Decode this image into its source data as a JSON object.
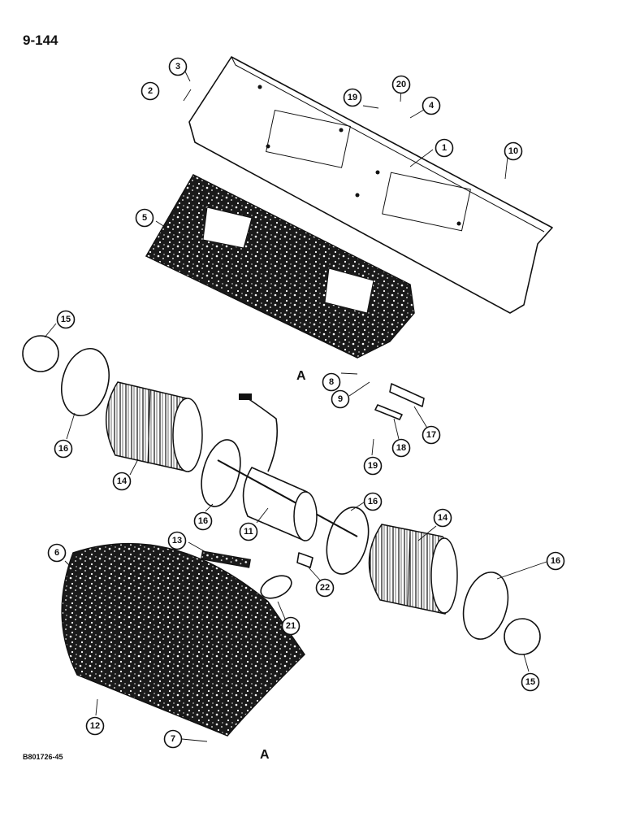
{
  "page": {
    "page_number": "9-144",
    "figure_id": "B801726-45"
  },
  "ref_letters": [
    "A",
    "A"
  ],
  "callouts": [
    {
      "id": "c1",
      "label": "1"
    },
    {
      "id": "c2",
      "label": "2"
    },
    {
      "id": "c3",
      "label": "3"
    },
    {
      "id": "c4",
      "label": "4"
    },
    {
      "id": "c5",
      "label": "5"
    },
    {
      "id": "c6",
      "label": "6"
    },
    {
      "id": "c7",
      "label": "7"
    },
    {
      "id": "c8",
      "label": "8"
    },
    {
      "id": "c9",
      "label": "9"
    },
    {
      "id": "c10",
      "label": "10"
    },
    {
      "id": "c11",
      "label": "11"
    },
    {
      "id": "c12",
      "label": "12"
    },
    {
      "id": "c13",
      "label": "13"
    },
    {
      "id": "c14a",
      "label": "14"
    },
    {
      "id": "c14b",
      "label": "14"
    },
    {
      "id": "c15a",
      "label": "15"
    },
    {
      "id": "c15b",
      "label": "15"
    },
    {
      "id": "c16a",
      "label": "16"
    },
    {
      "id": "c16b",
      "label": "16"
    },
    {
      "id": "c16c",
      "label": "16"
    },
    {
      "id": "c16d",
      "label": "16"
    },
    {
      "id": "c17",
      "label": "17"
    },
    {
      "id": "c18",
      "label": "18"
    },
    {
      "id": "c19a",
      "label": "19"
    },
    {
      "id": "c19b",
      "label": "19"
    },
    {
      "id": "c20",
      "label": "20"
    },
    {
      "id": "c21",
      "label": "21"
    },
    {
      "id": "c22",
      "label": "22"
    }
  ]
}
